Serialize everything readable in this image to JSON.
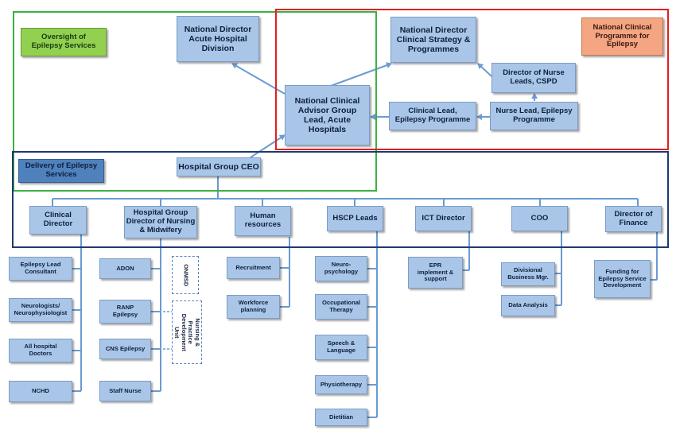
{
  "legend": {
    "oversight": {
      "label": "Oversight of\nEpilepsy Services",
      "color": "#92d050"
    },
    "clinical_programme": {
      "label": "National Clinical\nProgramme for\nEpilepsy",
      "color": "#f4a582"
    },
    "delivery": {
      "label": "Delivery of Epilepsy\nServices",
      "color": "#4f81bd"
    }
  },
  "frame_colors": {
    "green": "#3cb043",
    "red": "#e02020",
    "blue": "#1f3a6e",
    "box": "#a9c6e8",
    "line": "#6a9bd2"
  },
  "nodes": {
    "nd_acute": "National Director\nAcute Hospital\nDivision",
    "nd_clinical": "National Director\nClinical Strategy &\nProgrammes",
    "dir_nurse_leads": "Director of Nurse\nLeads, CSPD",
    "ncag": "National Clinical\nAdvisor Group\nLead, Acute\nHospitals",
    "clinical_lead": "Clinical Lead,\nEpilepsy Programme",
    "nurse_lead": "Nurse Lead, Epilepsy\nProgramme",
    "hg_ceo": "Hospital Group CEO",
    "clinical_director": "Clinical\nDirector",
    "hg_nursing": "Hospital Group\nDirector of Nursing\n& Midwifery",
    "human_resources": "Human\nresources",
    "hscp_leads": "HSCP Leads",
    "ict_director": "ICT Director",
    "coo": "COO",
    "dir_finance": "Director of\nFinance"
  },
  "leaves": {
    "epilepsy_lead": "Epilepsy Lead\nConsultant",
    "neurologists": "Neurologists/\nNeurophysiologist",
    "all_doctors": "All hospital\nDoctors",
    "nchd": "NCHD",
    "adon": "ADON",
    "ranp": "RANP\nEpilepsy",
    "cns": "CNS Epilepsy",
    "staff_nurse": "Staff Nurse",
    "onmsd": "ONMSD",
    "npdu": "Nursing & Practice\nDevelopment Unit",
    "recruitment": "Recruitment",
    "workforce": "Workforce\nplanning",
    "neuropsych": "Neuro-\npsychology",
    "occ_therapy": "Occupational\nTherapy",
    "speech": "Speech &\nLanguage",
    "physio": "Physiotherapy",
    "dietitian": "Dietitian",
    "epr": "EPR\nimplement &\nsupport",
    "div_business": "Divisional\nBusiness Mgr.",
    "data_analysis": "Data Analysis",
    "funding": "Funding for\nEpilepsy Service\nDevelopment"
  }
}
